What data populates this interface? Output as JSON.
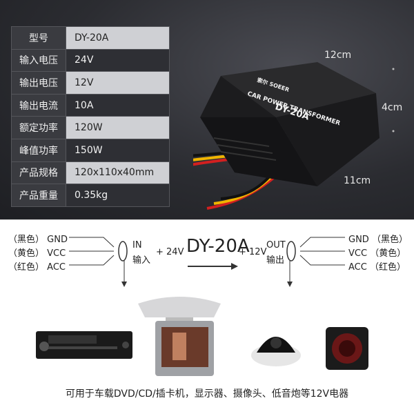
{
  "specs": [
    {
      "k": "型号",
      "v": "DY-20A"
    },
    {
      "k": "输入电压",
      "v": "24V"
    },
    {
      "k": "输出电压",
      "v": "12V"
    },
    {
      "k": "输出电流",
      "v": "10A"
    },
    {
      "k": "额定功率",
      "v": "120W"
    },
    {
      "k": "峰值功率",
      "v": "150W"
    },
    {
      "k": "产品规格",
      "v": "120x110x40mm"
    },
    {
      "k": "产品重量",
      "v": "0.35kg"
    }
  ],
  "dims": {
    "length": "12cm",
    "height": "4cm",
    "width": "11cm"
  },
  "device": {
    "brand": "索尔 SOEER",
    "label1": "CAR POWER TRANSFORMER",
    "label2": "DY-20A"
  },
  "wiring": {
    "left": [
      {
        "color": "（黑色）",
        "name": "GND"
      },
      {
        "color": "（黄色）",
        "name": "VCC"
      },
      {
        "color": "（红色）",
        "name": "ACC"
      }
    ],
    "right": [
      {
        "name": "GND",
        "color": "（黑色）"
      },
      {
        "name": "VCC",
        "color": "（黄色）"
      },
      {
        "name": "ACC",
        "color": "（红色）"
      }
    ],
    "in_label": "IN",
    "in_cn": "输入",
    "in_voltage": "+ 24V",
    "model": "DY-20A",
    "out_voltage": "+ 12V",
    "out_label": "OUT",
    "out_cn": "输出"
  },
  "caption": "可用于车载DVD/CD/插卡机，显示器、摄像头、低音炮等12V电器"
}
